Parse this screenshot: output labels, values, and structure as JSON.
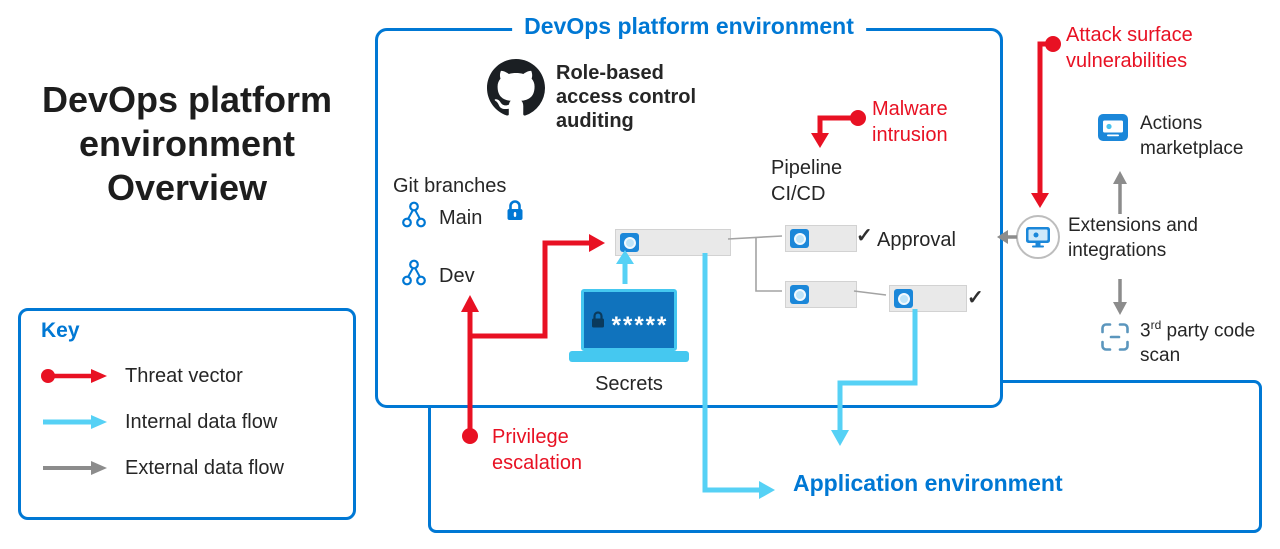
{
  "colors": {
    "accent": "#0078d4",
    "red": "#e81123",
    "cyan": "#56d1f5",
    "gray": "#8c8c8c",
    "dark": "#262626",
    "laptop_screen": "#1073bd",
    "laptop_frame": "#45c8f0",
    "tile": "#1b87d9",
    "tile_light": "#bfe4f8",
    "steel": "#5b96bd",
    "connector": "#a3a3a3",
    "circle_border": "#bdbdbd"
  },
  "page_title": "DevOps platform environment Overview",
  "key": {
    "title": "Key",
    "items": [
      {
        "label": "Threat vector",
        "icon": "threat-vector-icon"
      },
      {
        "label": "Internal data flow",
        "icon": "internal-flow-icon"
      },
      {
        "label": "External data flow",
        "icon": "external-flow-icon"
      }
    ]
  },
  "devops_box": {
    "title": "DevOps platform environment",
    "rbac_label": "Role-based access control auditing",
    "git_branches_label": "Git branches",
    "branches": [
      {
        "name": "Main",
        "locked": true
      },
      {
        "name": "Dev",
        "locked": false
      }
    ],
    "secrets_masked_value": "*****",
    "secrets_label": "Secrets",
    "pipeline_label": "Pipeline CI/CD",
    "approval_label": "Approval",
    "checkmark": "✓"
  },
  "threats": {
    "privilege": "Privilege escalation",
    "malware": "Malware intrusion",
    "attack_surface": "Attack surface vulnerabilities"
  },
  "integrations": {
    "actions_marketplace": "Actions marketplace",
    "extensions": "Extensions and integrations",
    "third_party": {
      "num": "3",
      "sup": "rd",
      "rest": " party code scan"
    }
  },
  "application_box": {
    "title": "Application environment"
  },
  "icons": {
    "github-icon": "octocat mark in dark circle",
    "branch-icon": "git fork with three nodes",
    "lock-icon": "blue padlock",
    "secrets-lock-icon": "dark padlock on laptop screen",
    "pipeline-task-icon": "blue tile with dot",
    "monitor-icon": "computer display",
    "actions-marketplace-icon": "blue tile with display",
    "third-party-scan-icon": "corner-bracket scan frame",
    "threat-vector-icon": "red arrow with origin dot",
    "internal-flow-icon": "cyan arrow",
    "external-flow-icon": "gray arrow"
  }
}
